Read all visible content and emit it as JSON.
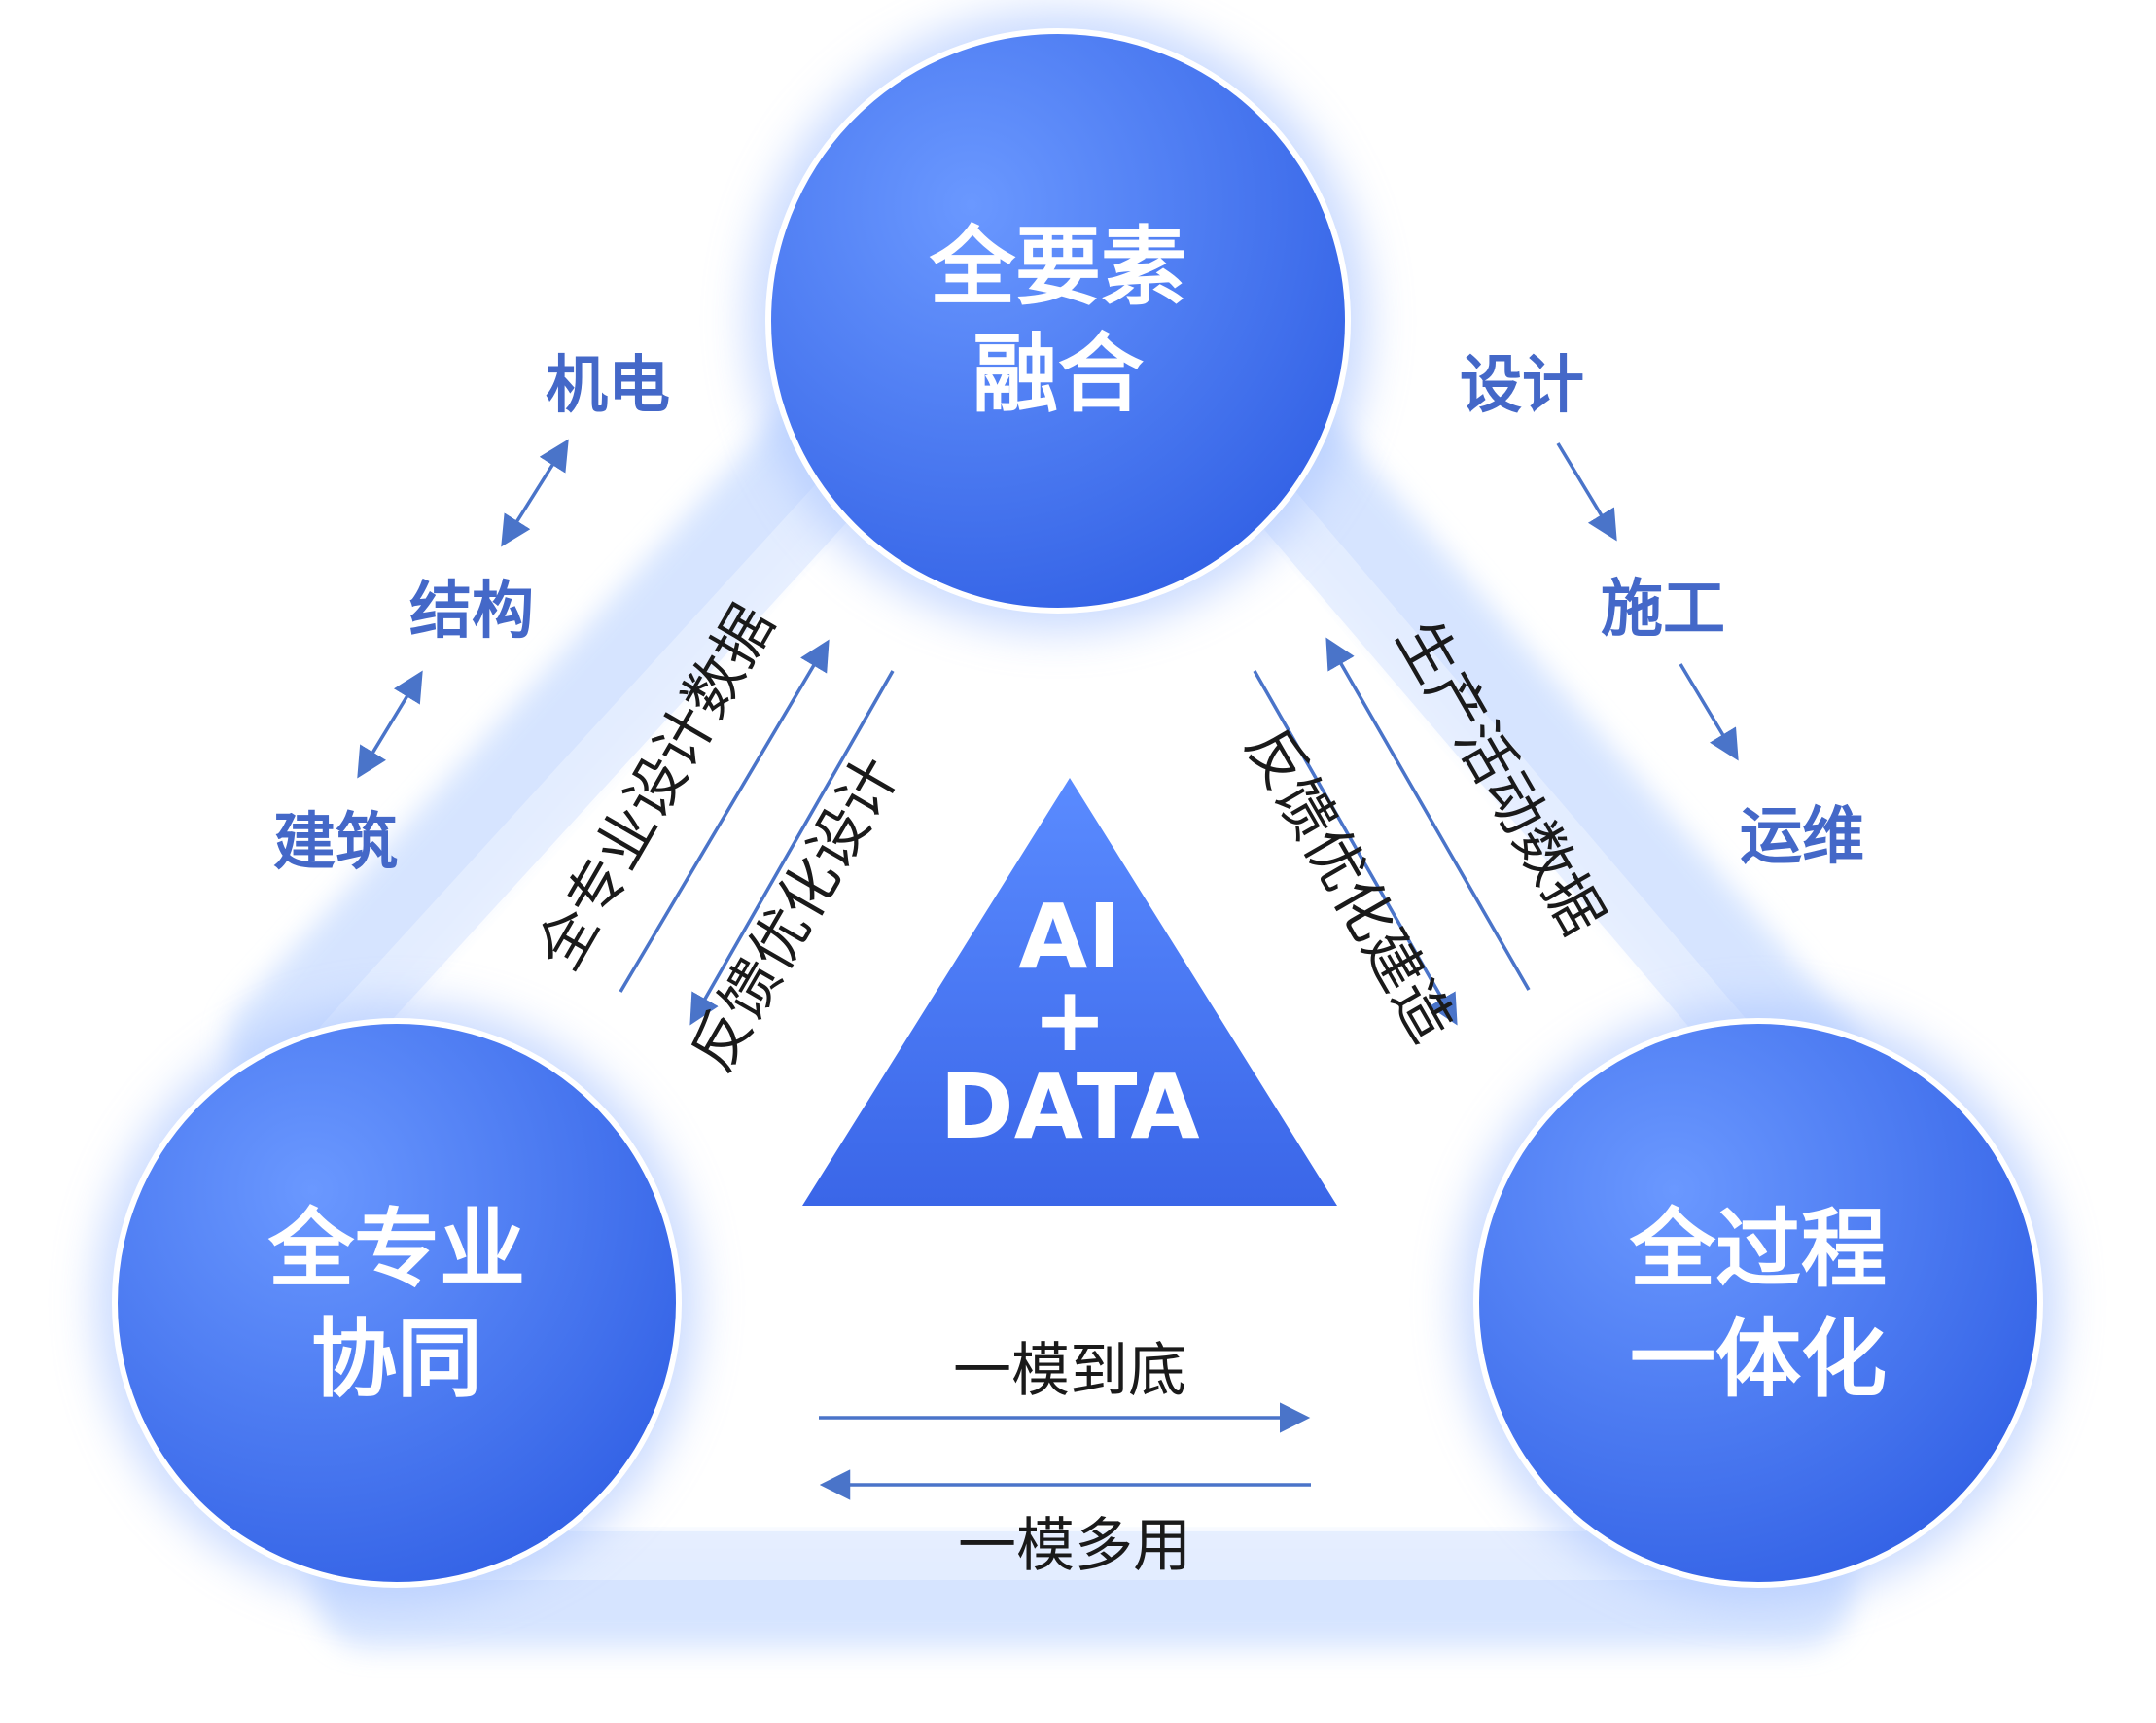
{
  "colors": {
    "primary": "#4a7ef5",
    "primary_dark": "#3463e6",
    "band": "#cfe0ff",
    "side_text": "#4468c8",
    "arrow": "#4a74c9",
    "flow_text": "#1a1a1a"
  },
  "circles": {
    "top": {
      "line1": "全要素",
      "line2": "融合"
    },
    "left": {
      "line1": "全专业",
      "line2": "协同"
    },
    "right": {
      "line1": "全过程",
      "line2": "一体化"
    }
  },
  "center": {
    "line1": "AI",
    "line2": "+",
    "line3": "DATA"
  },
  "left_side": {
    "item1": "机电",
    "item2": "结构",
    "item3": "建筑"
  },
  "right_side": {
    "item1": "设计",
    "item2": "施工",
    "item3": "运维"
  },
  "flows": {
    "left_up": "全专业设计数据",
    "left_down": "反馈优化设计",
    "right_up": "生产活动数据",
    "right_down": "反馈优化建造",
    "bottom_right": "一模到底",
    "bottom_left": "一模多用"
  }
}
